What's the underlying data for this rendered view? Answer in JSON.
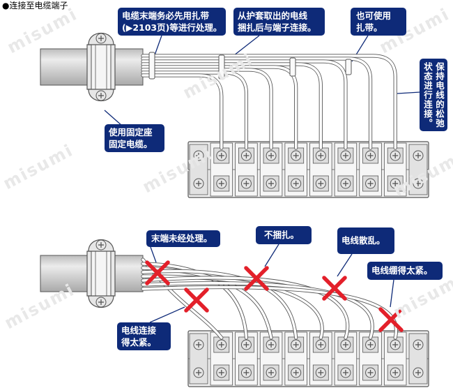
{
  "title": "●连接至电缆端子",
  "watermark": "misumi",
  "colors": {
    "callout_bg": "#0e2a78",
    "cross": "#e3202a",
    "outline": "#555555",
    "fill": "#dddddd"
  },
  "top": {
    "callout_1": "电缆末端务必先用扎带\n(▶2103页)等进行处理。",
    "callout_2": "从护套取出的电线\n捆扎后与端子连接。",
    "callout_3": "也可使用\n扎带。",
    "callout_4": "状态进行连接。",
    "callout_4b": "保持电线的松弛",
    "callout_5": "使用固定座\n固定电缆。"
  },
  "bottom": {
    "callout_1": "末端未经处理。",
    "callout_2": "不捆扎。",
    "callout_3": "电线散乱。",
    "callout_4": "电线绷得太紧。",
    "callout_5": "电线连接\n得太紧。"
  }
}
